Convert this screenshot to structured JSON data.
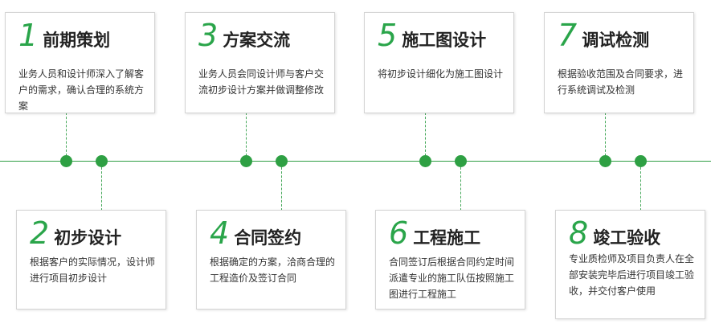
{
  "colors": {
    "accent": "#2aa54a",
    "line": "#2f9e44"
  },
  "steps": [
    {
      "num": "1",
      "title": "前期策划",
      "desc": "业务人员和设计师深入了解客户的需求，确认合理的系统方案"
    },
    {
      "num": "2",
      "title": "初步设计",
      "desc": "根据客户的实际情况，设计师进行项目初步设计"
    },
    {
      "num": "3",
      "title": "方案交流",
      "desc": "业务人员会同设计师与客户交流初步设计方案并做调整修改"
    },
    {
      "num": "4",
      "title": "合同签约",
      "desc": "根据确定的方案，洽商合理的工程造价及签订合同"
    },
    {
      "num": "5",
      "title": "施工图设计",
      "desc": "将初步设计细化为施工图设计"
    },
    {
      "num": "6",
      "title": "工程施工",
      "desc": "合同签订后根据合同约定时间派遣专业的施工队伍按照施工图进行工程施工"
    },
    {
      "num": "7",
      "title": "调试检测",
      "desc": "根据验收范围及合同要求，进行系统调试及检测"
    },
    {
      "num": "8",
      "title": "竣工验收",
      "desc": "专业质检师及项目负责人在全部安装完毕后进行项目竣工验收，并交付客户使用"
    }
  ]
}
